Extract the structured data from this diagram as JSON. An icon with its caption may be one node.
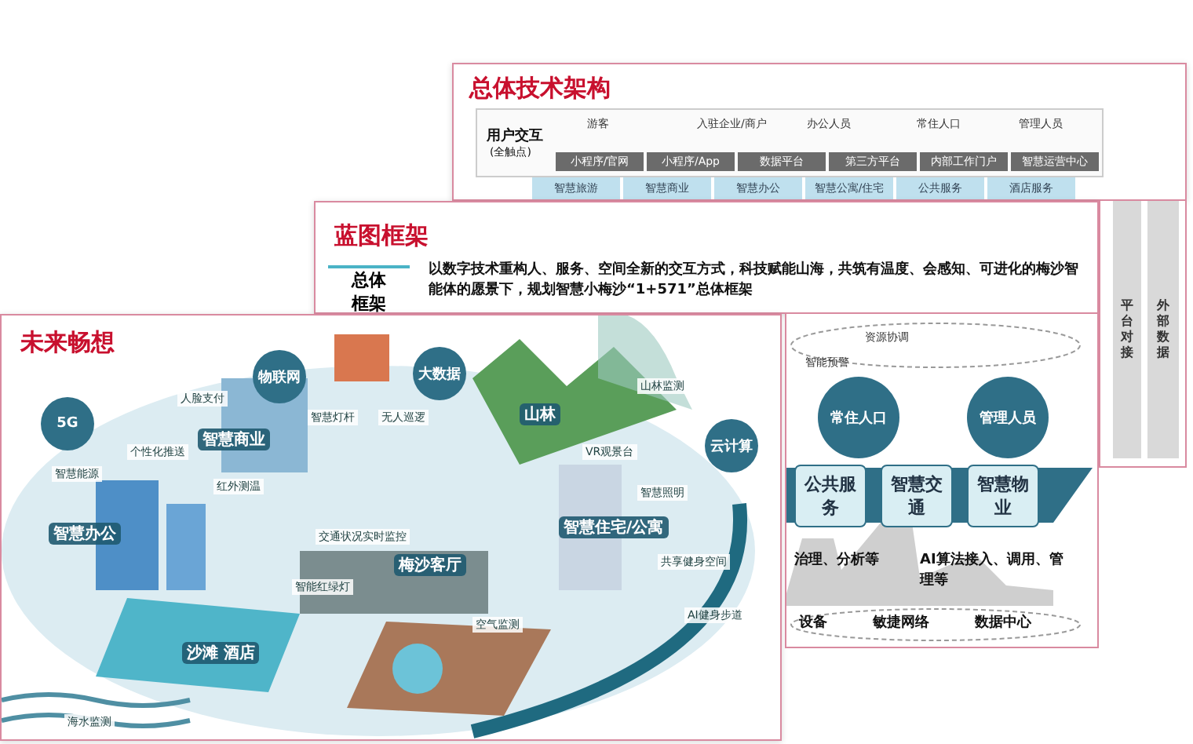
{
  "diagram": {
    "nodes": [
      {
        "text": [
          "总体技术架构"
        ]
      },
      {
        "text": [
          "用户交互",
          "(全触点)"
        ],
        "in": 0
      },
      {
        "text": [
          "小程序/官网"
        ],
        "in": 1
      },
      {
        "text": [
          "小程序/App"
        ],
        "in": 1
      },
      {
        "text": [
          "数据平台"
        ],
        "in": 1
      },
      {
        "text": [
          "第三方平台"
        ],
        "in": 1
      },
      {
        "text": [
          "内部工作门户"
        ],
        "in": 1
      },
      {
        "text": [
          "智慧运营中心"
        ],
        "in": 1
      },
      {
        "text": [
          "智慧旅游"
        ],
        "in": 0
      },
      {
        "text": [
          "智慧商业"
        ],
        "in": 0
      },
      {
        "text": [
          "智慧办公"
        ],
        "in": 0
      },
      {
        "text": [
          "智慧公寓/住宅"
        ],
        "in": 0
      },
      {
        "text": [
          "公共服务"
        ],
        "in": 0
      },
      {
        "text": [
          "酒店服务"
        ],
        "in": 0
      },
      {
        "text": [
          "平台对接"
        ],
        "in": 28
      },
      {
        "text": [
          "外部数据"
        ],
        "in": 28
      },
      {
        "text": [
          "蓝图框架"
        ]
      },
      {
        "text": [
          "总体框架"
        ],
        "in": 16
      },
      {
        "text": [
          "常住人口"
        ],
        "in": 29
      },
      {
        "text": [
          "管理人员"
        ],
        "in": 29
      },
      {
        "text": [
          "公共服务"
        ],
        "in": 29
      },
      {
        "text": [
          "智慧交通"
        ],
        "in": 29
      },
      {
        "text": [
          "智慧物业"
        ],
        "in": 29
      },
      {
        "text": [
          "未来畅想"
        ]
      },
      {
        "text": [
          "5G"
        ],
        "in": 23
      },
      {
        "text": [
          "物联网"
        ],
        "in": 23
      },
      {
        "text": [
          "大数据"
        ],
        "in": 23
      },
      {
        "text": [
          "云计算"
        ],
        "in": 23
      },
      {
        "text": [],
        "shape": "box"
      },
      {
        "text": [],
        "shape": "box"
      }
    ],
    "labels": [
      "游客",
      "入驻企业/商户",
      "办公人员",
      "常住人口",
      "管理人员",
      "以数字技术重构人、服务、空间全新的交互方式，科技赋能山海，共筑有温度、会感知、可进化的梅沙智能体的愿景下，规划智慧小梅沙“1+571”总体框架",
      "资源协调",
      "智能预警",
      "治理、分析等",
      "AI算法接入、调用、管理等",
      "设备",
      "敏捷网络",
      "数据中心",
      "智慧商业",
      "智慧办公",
      "梅沙客厅",
      "沙滩 酒店",
      "山林",
      "智慧住宅/公寓",
      "人脸支付",
      "个性化推送",
      "智慧能源",
      "红外测温",
      "智慧灯杆",
      "无人巡逻",
      "交通状况实时监控",
      "智能红绿灯",
      "海水监测",
      "山林监测",
      "VR观景台",
      "智慧照明",
      "共享健身空间",
      "AI健身步道",
      "空气监测"
    ]
  }
}
